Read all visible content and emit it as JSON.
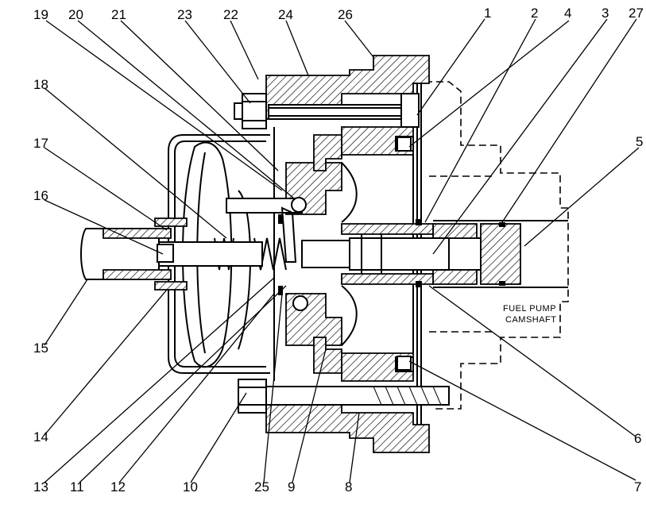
{
  "callouts": {
    "c1": "1",
    "c2": "2",
    "c3": "3",
    "c4": "4",
    "c5": "5",
    "c6": "6",
    "c7": "7",
    "c8": "8",
    "c9": "9",
    "c10": "10",
    "c11": "11",
    "c12": "12",
    "c13": "13",
    "c14": "14",
    "c15": "15",
    "c16": "16",
    "c17": "17",
    "c18": "18",
    "c19": "19",
    "c20": "20",
    "c21": "21",
    "c22": "22",
    "c23": "23",
    "c24": "24",
    "c25": "25",
    "c26": "26",
    "c27": "27"
  },
  "note": {
    "line1": "FUEL PUMP",
    "line2": "CAMSHAFT"
  }
}
